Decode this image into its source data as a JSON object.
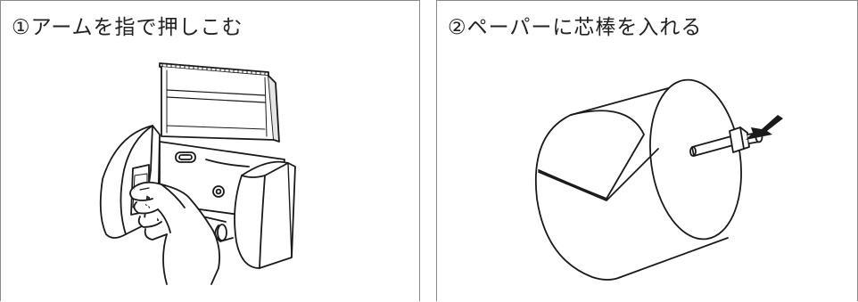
{
  "steps": [
    {
      "title": "①アームを指で押しこむ",
      "icon": "hand-press-arm-illustration"
    },
    {
      "title": "②ペーパーに芯棒を入れる",
      "icon": "paper-roll-spindle-illustration"
    }
  ],
  "colors": {
    "line": "#1a1a1a",
    "border": "#8a8a8a",
    "fill": "#ffffff",
    "shade": "#e6e6e6"
  }
}
